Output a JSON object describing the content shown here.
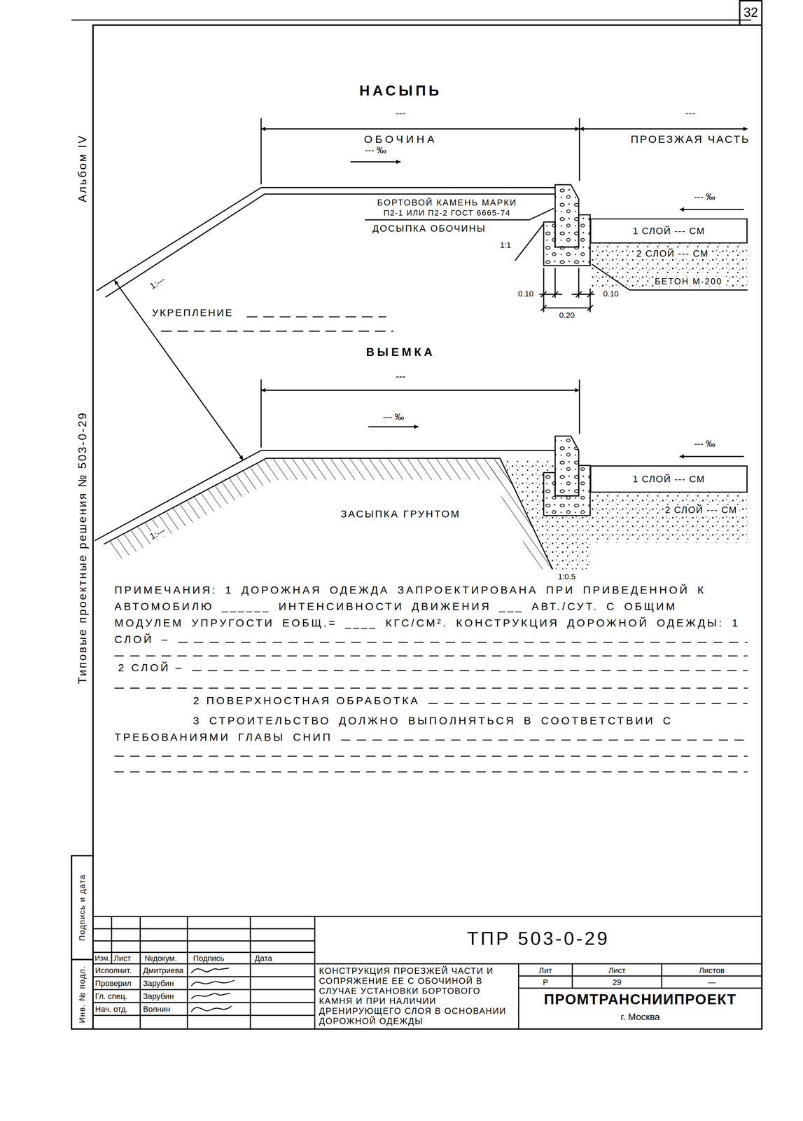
{
  "diagram": {
    "nodes": [
      {
        "text": [
          "1 СЛОЙ --- СМ"
        ]
      },
      {
        "text": [
          "1 СЛОЙ --- СМ"
        ]
      }
    ],
    "labels": [
      "32",
      "Альбом IV",
      "Типовые проектные решения № 503-0-29",
      "НАСЫПЬ",
      "---",
      "ОБОЧИНА",
      "---",
      "ПРОЕЗЖАЯ ЧАСТЬ",
      "--- ‰",
      "--- ‰",
      "БОРТОВОЙ КАМЕНЬ МАРКИ",
      "П2-1 ИЛИ П2-2 ГОСТ 6665-74",
      "ДОСЫПКА ОБОЧИНЫ",
      "1:1",
      "2 СЛОЙ --- СМ",
      "БЕТОН М-200",
      "0.10",
      "0.10",
      "0.20",
      "1:---",
      "УКРЕПЛЕНИЕ",
      "ВЫЕМКА",
      "---",
      "--- ‰",
      "--- ‰",
      "2 СЛОЙ --- СМ",
      "ЗАСЫПКА ГРУНТОМ",
      "1:0.5",
      "1:---",
      "ПРИМЕЧАНИЯ: 1 ДОРОЖНАЯ ОДЕЖДА ЗАПРОЕКТИРОВАНА ПРИ ПРИВЕДЕННОЙ К АВТОМОБИЛЮ ______ ИНТЕНСИВНОСТИ ДВИЖЕНИЯ ___ АВТ./СУТ. С ОБЩИМ МОДУЛЕМ УПРУГОСТИ ЕОБЩ.= ____ КГС/СМ². КОНСТРУКЦИЯ ДОРОЖНОЙ ОДЕЖДЫ: 1 СЛОЙ –",
      "2 СЛОЙ –",
      "2 ПОВЕРХНОСТНАЯ ОБРАБОТКА",
      "3 СТРОИТЕЛЬСТВО ДОЛЖНО ВЫПОЛНЯТЬСЯ В СООТВЕТСТВИИ С ТРЕБОВАНИЯМИ ГЛАВЫ СНИП",
      "Подпись и дата",
      "Инв. № подл.",
      "ТПР 503-0-29",
      "Изм.",
      "Лист",
      "№докум.",
      "Подпись",
      "Дата",
      "Исполнит.",
      "Дмитриева",
      "Проверил",
      "Зарубин",
      "Гл. спец.",
      "Зарубин",
      "Нач. отд.",
      "Волнин",
      "КОНСТРУКЦИЯ ПРОЕЗЖЕЙ ЧАСТИ И СОПРЯЖЕНИЕ ЕЕ С ОБОЧИНОЙ В СЛУЧАЕ УСТАНОВКИ БОРТОВОГО КАМНЯ И ПРИ НАЛИЧИИ ДРЕНИРУЮЩЕГО СЛОЯ В ОСНОВАНИИ ДОРОЖНОЙ ОДЕЖДЫ",
      "Лит",
      "Лист",
      "Листов",
      "Р",
      "29",
      "—",
      "ПРОМТРАНСНИИПРОЕКТ",
      "г. Москва"
    ]
  }
}
